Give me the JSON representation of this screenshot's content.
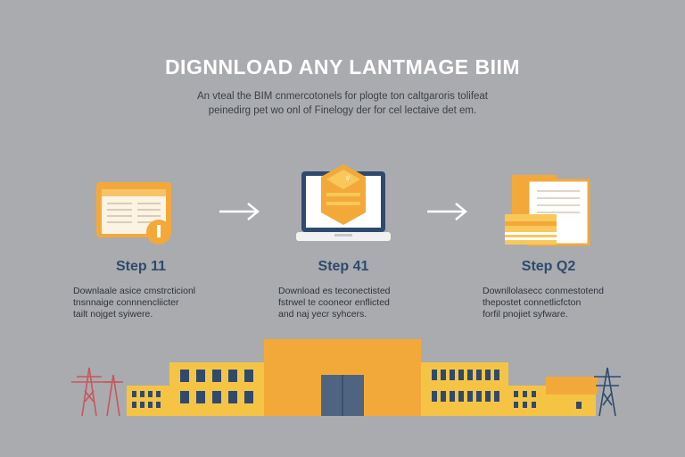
{
  "header": {
    "title": "DIGNNLOAD ANY LANTMAGE BIIM",
    "subtitle_lines": [
      "An vteal the BIM cnmercotonels for plogte ton caltgaroris tolifeat",
      "peinedirg pet wo onl of Finelogy der for cel lectaive det em."
    ]
  },
  "steps": [
    {
      "label": "Step 11",
      "icon": "document-icon",
      "desc_lines": [
        "Downlaale asice cmstrcticionl",
        "tnsnnaige connnencliicter",
        "tailt nojget syiwere."
      ]
    },
    {
      "label": "Step 41",
      "icon": "laptop-bim-icon",
      "desc_lines": [
        "Download es teconectisted",
        "fstrwel te cooneor enflicted",
        "and naj yecr syhcers."
      ]
    },
    {
      "label": "Step Q2",
      "icon": "files-icon",
      "desc_lines": [
        "Downllolasecc conmestotend",
        "thepostet connetlicfcton",
        "forfil pnojiet syfware."
      ]
    }
  ],
  "colors": {
    "background": "#a9abaf",
    "accent_orange": "#f3a93a",
    "accent_yellow": "#f6c445",
    "navy": "#2f4a6c",
    "tower_red": "#c9565b"
  }
}
